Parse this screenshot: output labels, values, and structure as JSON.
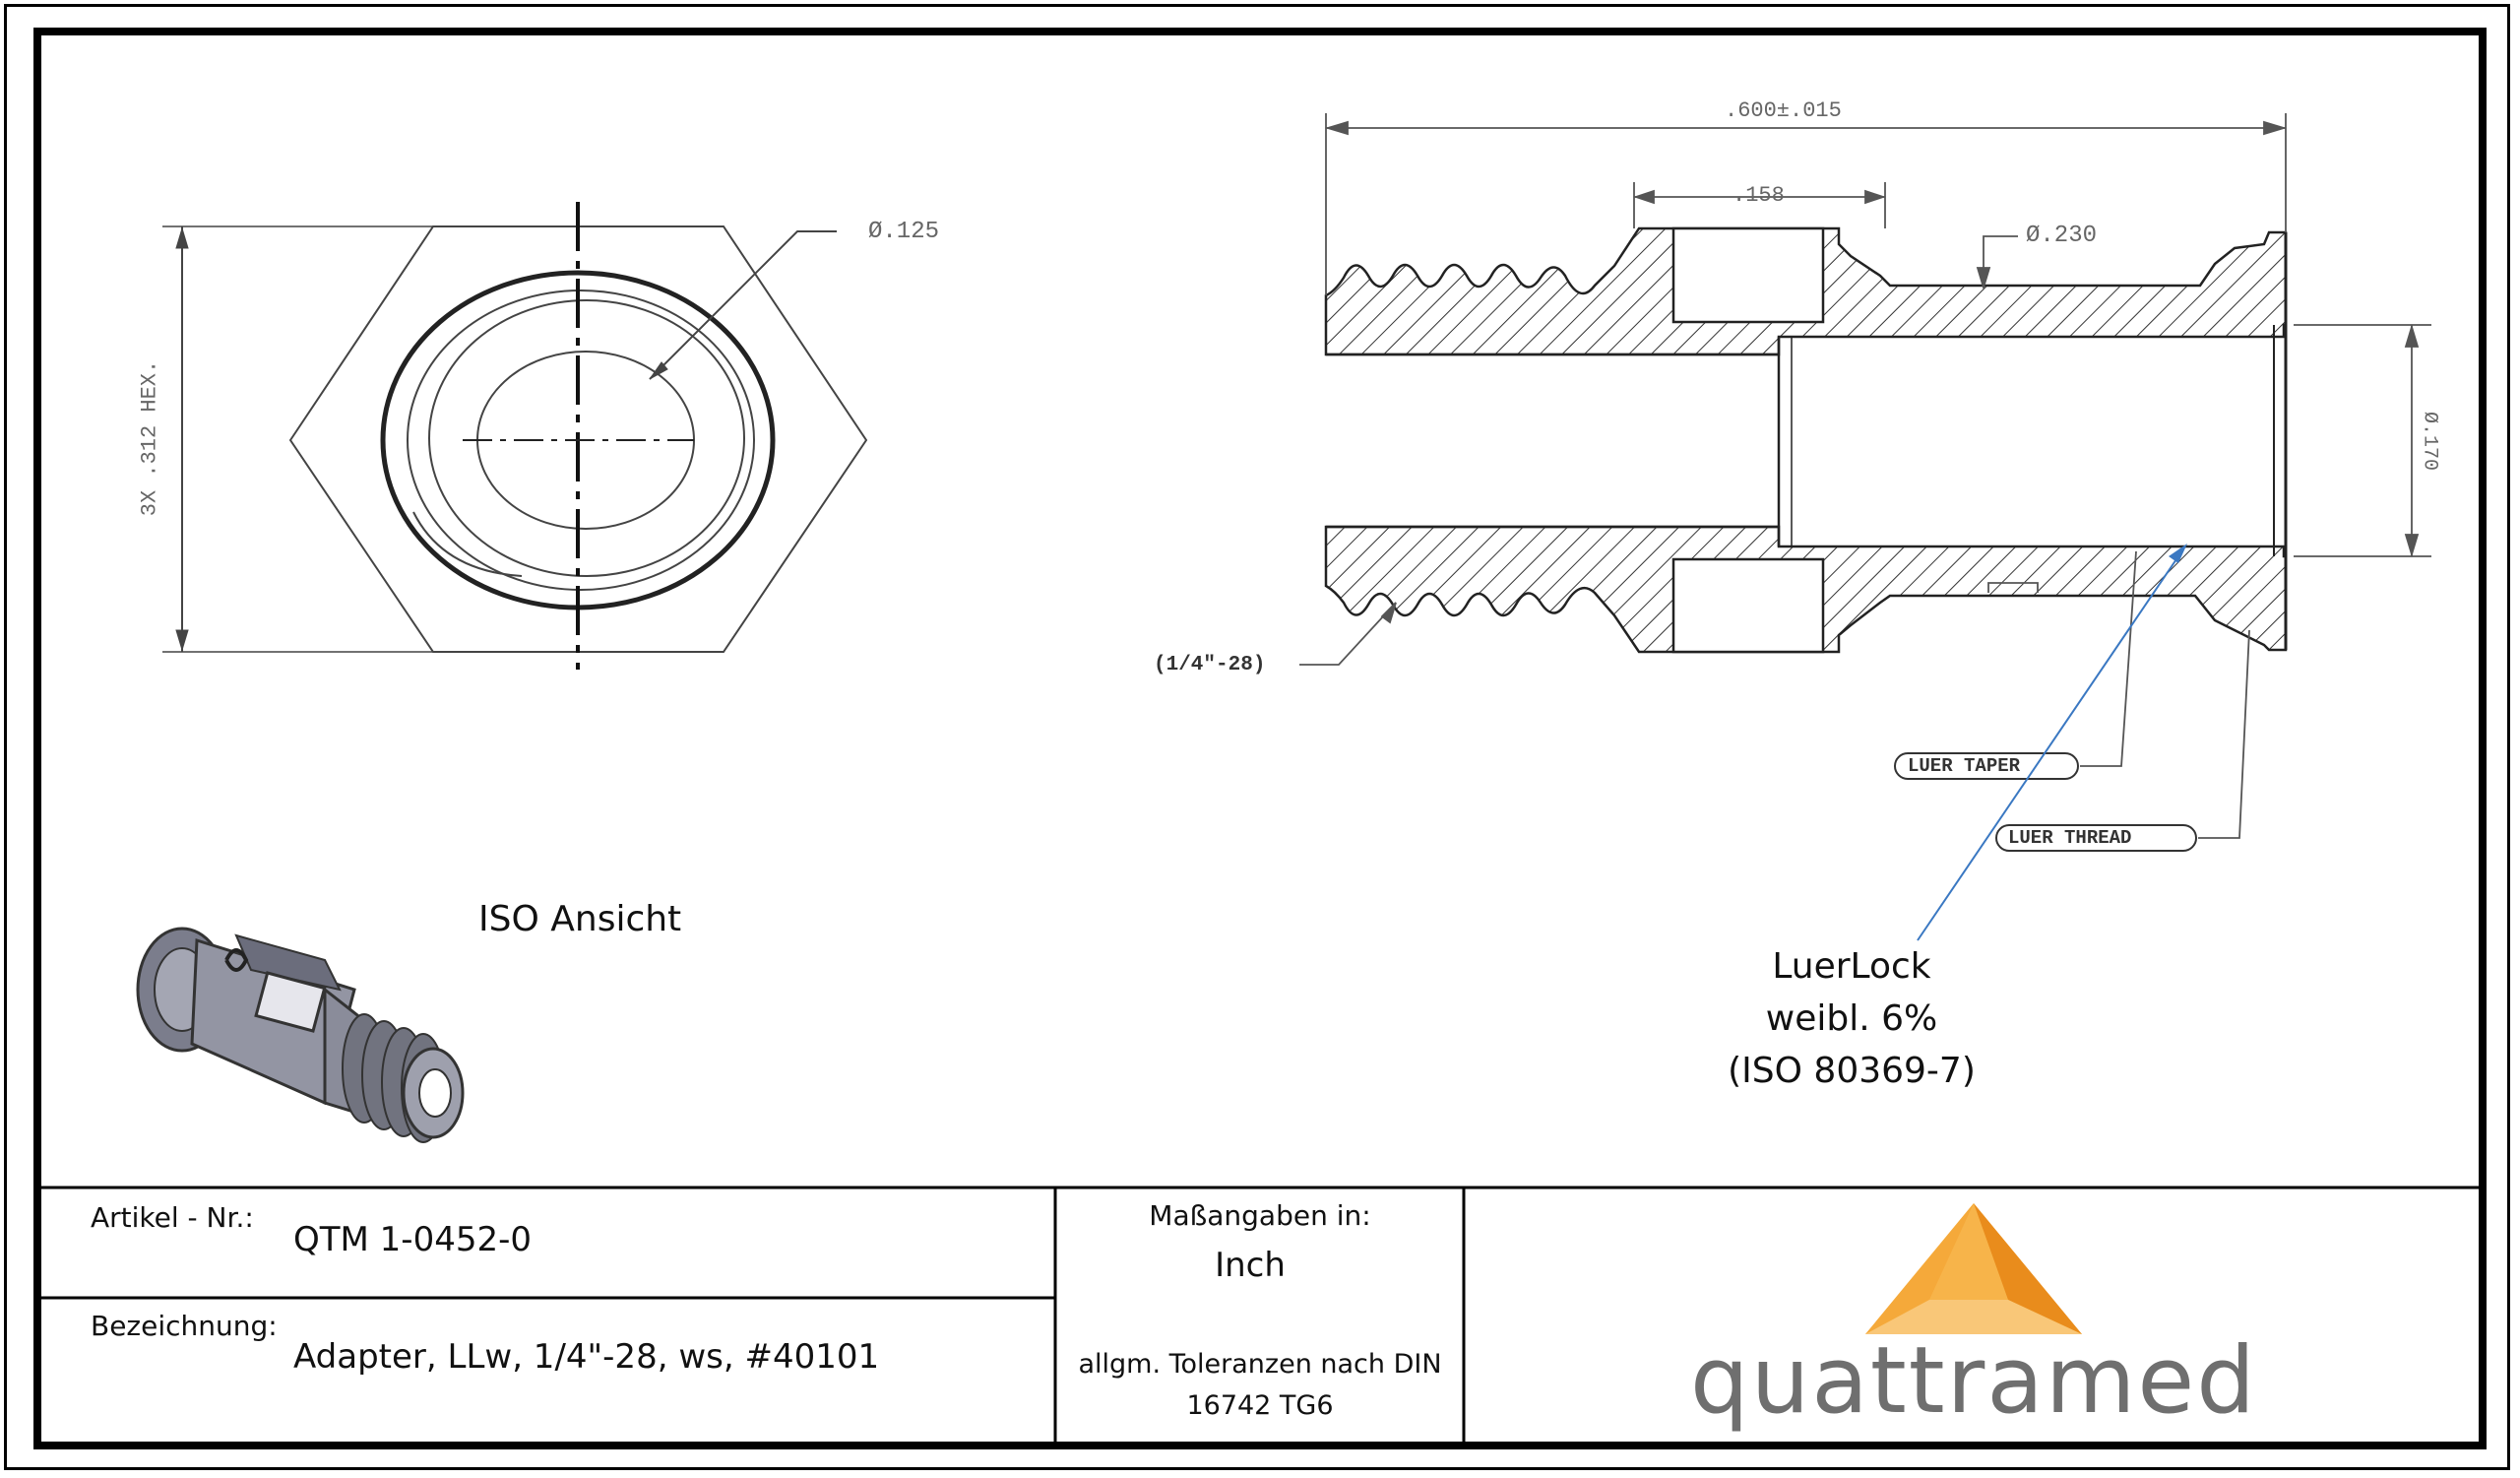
{
  "drawing": {
    "front_view": {
      "hex_dimension": "3X .312 HEX.",
      "diameter_label": "Ø.125"
    },
    "section_view": {
      "overall_length": ".600±.015",
      "port_width": ".158",
      "diameter_label": "Ø.230",
      "right_diameter_label": "Ø.170",
      "thread_label": "(1/4\"-28)",
      "luer_taper": "LUER TAPER",
      "luer_thread": "LUER THREAD"
    },
    "iso_view_label": "ISO Ansicht",
    "callout": {
      "line1": "LuerLock",
      "line2": "weibl. 6%",
      "line3": "(ISO 80369-7)"
    }
  },
  "title_block": {
    "article_label": "Artikel - Nr.:",
    "article_value": "QTM 1-0452-0",
    "designation_label": "Bezeichnung:",
    "designation_value": "Adapter, LLw,  1/4\"-28, ws, #40101",
    "units_label": "Maßangaben in:",
    "units_value": "Inch",
    "tolerance_line1": "allgm. Toleranzen nach DIN",
    "tolerance_line2": "16742 TG6",
    "company": "quattramed"
  },
  "colors": {
    "callout_arrow": "#3a78c2",
    "logo_orange_light": "#f7b44a",
    "logo_orange_dark": "#e98c1c",
    "logo_text": "#6f6f6f",
    "line_gray": "#555555"
  }
}
